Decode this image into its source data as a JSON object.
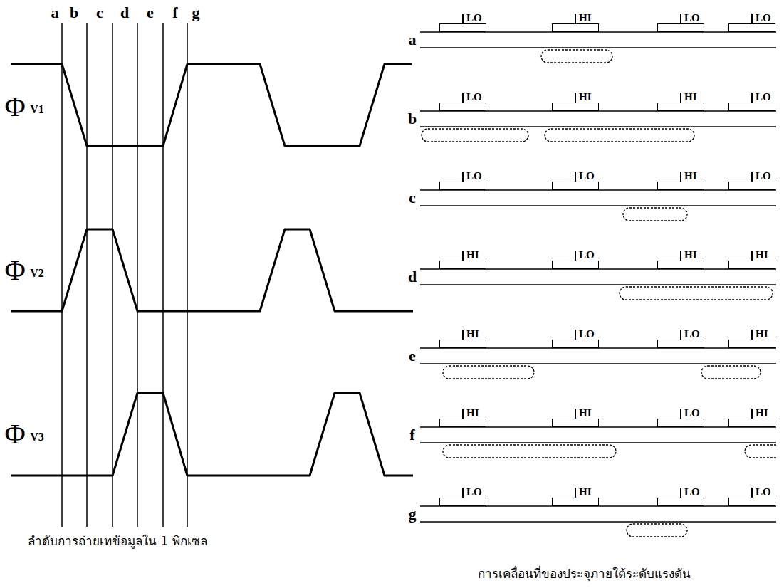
{
  "diagram": {
    "nodes": [
      {
        "text": [
          "LO"
        ]
      },
      {
        "text": [
          "HI"
        ]
      },
      {
        "text": [
          "LO"
        ]
      },
      {
        "text": [
          "LO"
        ]
      },
      {
        "text": [
          "LO"
        ]
      },
      {
        "text": [
          "HI"
        ]
      },
      {
        "text": [
          "HI"
        ]
      },
      {
        "text": [
          "LO"
        ]
      },
      {
        "text": [
          "LO"
        ]
      },
      {
        "text": [
          "LO"
        ]
      },
      {
        "text": [
          "HI"
        ]
      },
      {
        "text": [
          "LO"
        ]
      },
      {
        "text": [
          "HI"
        ]
      },
      {
        "text": [
          "LO"
        ]
      },
      {
        "text": [
          "HI"
        ]
      },
      {
        "text": [
          "HI"
        ]
      },
      {
        "text": [
          "HI"
        ]
      },
      {
        "text": [
          "LO"
        ]
      },
      {
        "text": [
          "LO"
        ]
      },
      {
        "text": [
          "HI"
        ]
      },
      {
        "text": [
          "HI"
        ]
      },
      {
        "text": [
          "HI"
        ]
      },
      {
        "text": [
          "LO"
        ]
      },
      {
        "text": [
          "HI"
        ]
      },
      {
        "text": [
          "LO"
        ]
      },
      {
        "text": [
          "HI"
        ]
      },
      {
        "text": [
          "LO"
        ]
      },
      {
        "text": [
          "LO"
        ]
      }
    ],
    "labels": [
      "a",
      "b",
      "c",
      "d",
      "e",
      "f",
      "g",
      "Φ",
      "V1",
      "Φ",
      "V2",
      "Φ",
      "V3",
      "a",
      "b",
      "c",
      "d",
      "e",
      "f",
      "g",
      "ลำดับการถ่ายเทข้อมูลใน 1 พิกเซล",
      "การเคลื่อนที่ของประจุภายใต้ระดับแรงดัน"
    ]
  }
}
